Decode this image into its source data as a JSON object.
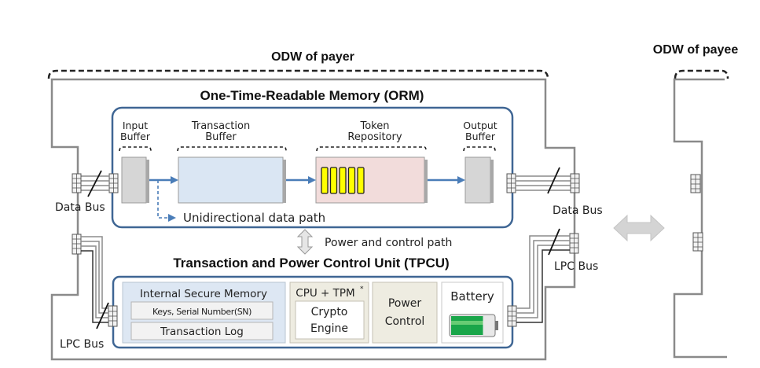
{
  "labels": {
    "odw_payer": "ODW of payer",
    "odw_payee": "ODW of payee",
    "orm_title": "One-Time-Readable Memory (ORM)",
    "tpcu_title": "Transaction and Power Control Unit (TPCU)",
    "power_control_path": "Power and control path",
    "unidirectional_path": "Unidirectional data path",
    "data_bus_left": "Data Bus",
    "data_bus_right": "Data Bus",
    "lpc_bus_left": "LPC Bus",
    "lpc_bus_right": "LPC Bus"
  },
  "orm": {
    "input_buffer": [
      "Input",
      "Buffer"
    ],
    "transaction_buffer": [
      "Transaction",
      "Buffer"
    ],
    "token_repository": [
      "Token",
      "Repository"
    ],
    "output_buffer": [
      "Output",
      "Buffer"
    ],
    "token_count": 5
  },
  "tpcu": {
    "secure_memory_title": "Internal Secure Memory",
    "keys_label": "Keys, Serial Number(SN)",
    "log_label": "Transaction Log",
    "cpu_title": "CPU + TPM",
    "cpu_footnote": "*",
    "crypto_engine": [
      "Crypto",
      "Engine"
    ],
    "power_control": [
      "Power",
      "Control"
    ],
    "battery": "Battery",
    "battery_level": 0.75
  },
  "colors": {
    "panel_border": "#3f6694",
    "data_arrow": "#4a7db8",
    "transaction_buffer_fill": "#dae6f3",
    "token_repo_fill": "#f2dcdb",
    "token_fill": "#ffff00",
    "secure_memory_fill": "#dde7f3",
    "cpu_fill": "#eeece1",
    "battery_green": "#1aa64a"
  }
}
